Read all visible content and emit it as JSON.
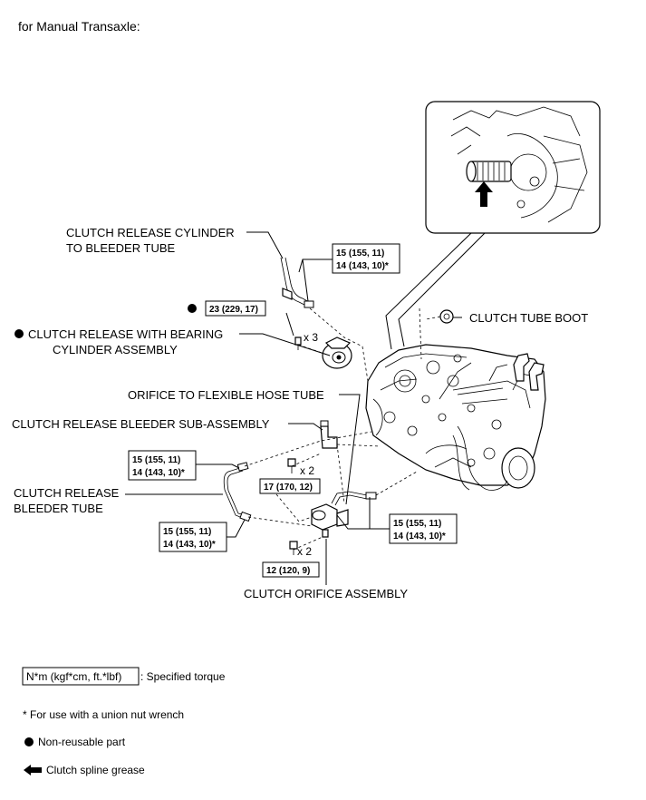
{
  "title": "for Manual Transaxle:",
  "labels": {
    "release_cylinder_tube_l1": "CLUTCH RELEASE CYLINDER",
    "release_cylinder_tube_l2": "TO BLEEDER TUBE",
    "release_bearing_l1": "CLUTCH RELEASE WITH BEARING",
    "release_bearing_l2": "CYLINDER ASSEMBLY",
    "orifice_flex_tube": "ORIFICE TO FLEXIBLE HOSE TUBE",
    "bleeder_sub_assembly": "CLUTCH RELEASE BLEEDER SUB-ASSEMBLY",
    "bleeder_tube_l1": "CLUTCH RELEASE",
    "bleeder_tube_l2": "BLEEDER TUBE",
    "tube_boot": "CLUTCH TUBE BOOT",
    "orifice_assembly": "CLUTCH ORIFICE ASSEMBLY"
  },
  "torques": {
    "top_l1": "15 (155, 11)",
    "top_l2": "14 (143, 10)*",
    "cyl_bolt": "23 (229, 17)",
    "left_upper_l1": "15 (155, 11)",
    "left_upper_l2": "14 (143, 10)*",
    "bleeder_bolt": "17 (170, 12)",
    "left_lower_l1": "15 (155, 11)",
    "left_lower_l2": "14 (143, 10)*",
    "orifice_bolt": "12 (120, 9)",
    "right_l1": "15 (155, 11)",
    "right_l2": "14 (143, 10)*"
  },
  "qty": {
    "cyl_bolts": "x 3",
    "bleeder_bolts": "x 2",
    "orifice_bolts": "x 2"
  },
  "legend": {
    "torque_box": "N*m (kgf*cm, ft.*lbf)",
    "torque_text": ": Specified torque",
    "union_nut": "* For use with a union nut wrench",
    "non_reusable": "Non-reusable part",
    "spline_grease": "Clutch spline grease"
  }
}
